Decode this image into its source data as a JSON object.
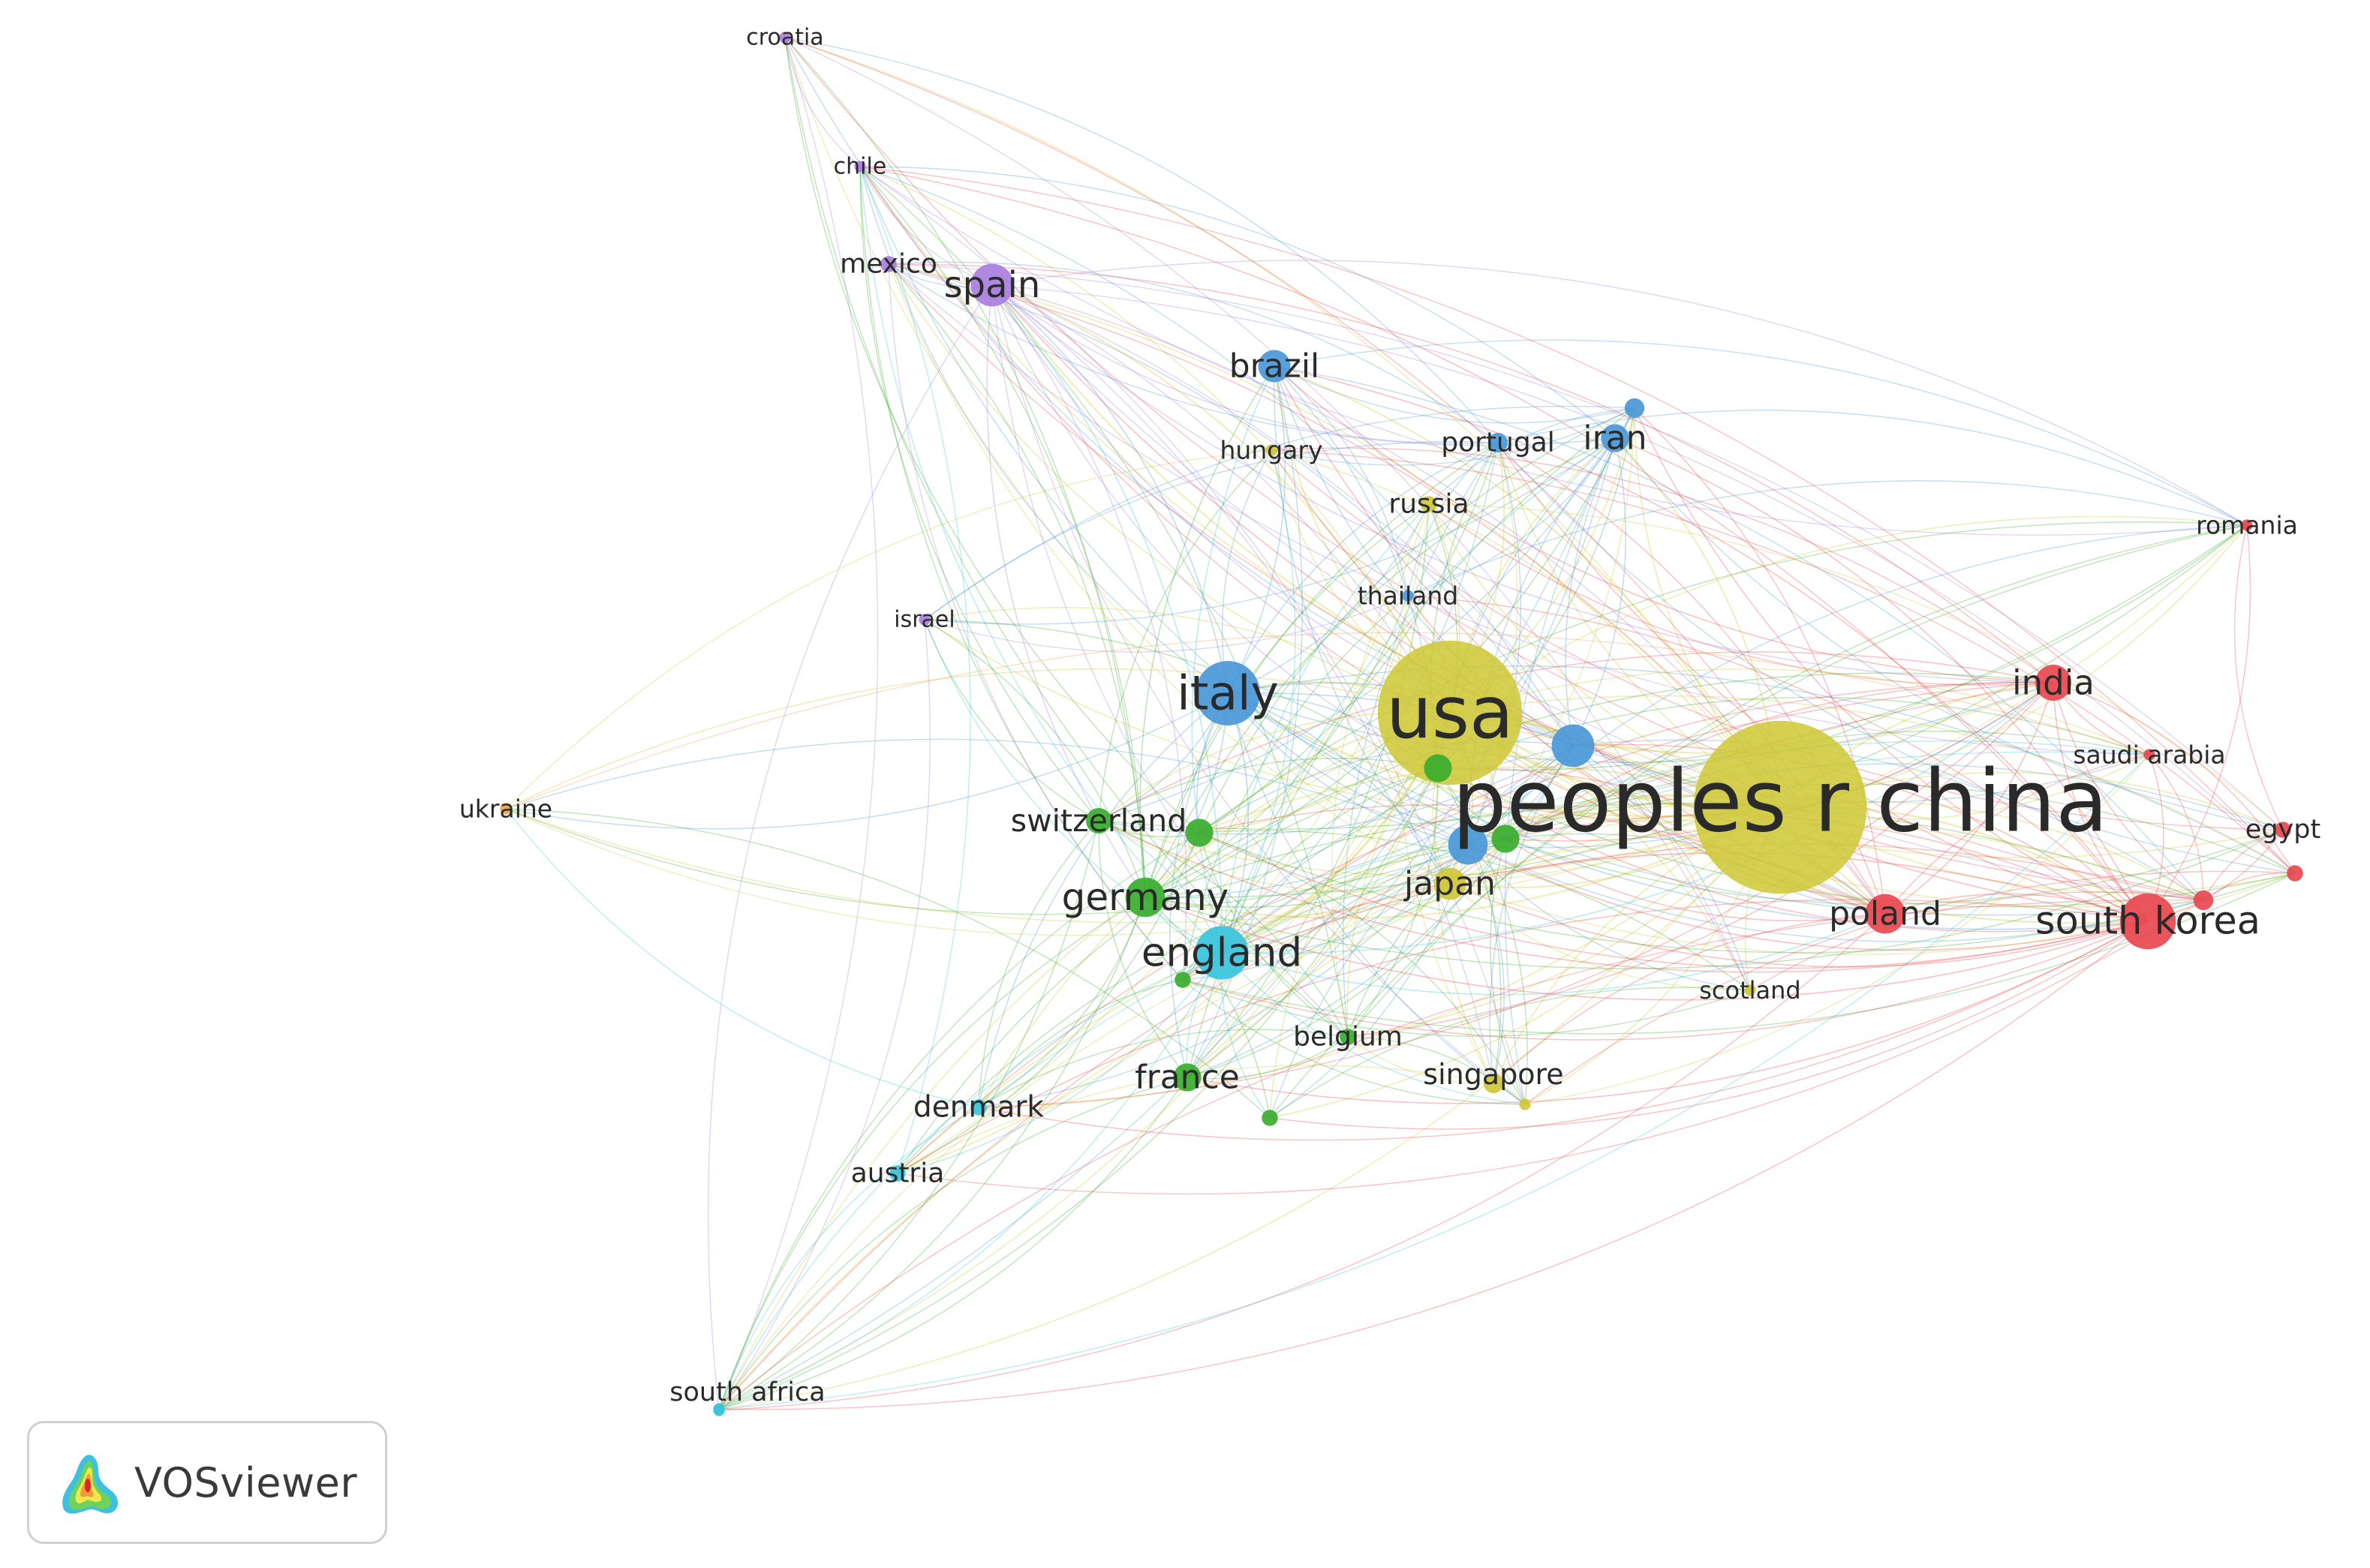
{
  "branding": {
    "app_name": "VOSviewer"
  },
  "colors": {
    "red": "#e8484f",
    "green": "#3aac2f",
    "blue": "#4a98d8",
    "yellow": "#cfc83a",
    "purple": "#a87fdc",
    "cyan": "#38c4dc",
    "orange": "#f0a050"
  },
  "network": {
    "nodes": [
      {
        "id": "croatia",
        "label": "croatia",
        "cluster": "purple",
        "weight": 1,
        "label_size": 1
      },
      {
        "id": "chile",
        "label": "chile",
        "cluster": "purple",
        "weight": 1,
        "label_size": 1
      },
      {
        "id": "mexico",
        "label": "mexico",
        "cluster": "purple",
        "weight": 2,
        "label_size": 1.2
      },
      {
        "id": "spain",
        "label": "spain",
        "cluster": "purple",
        "weight": 14,
        "label_size": 1.6
      },
      {
        "id": "israel",
        "label": "israel",
        "cluster": "purple",
        "weight": 1,
        "label_size": 1
      },
      {
        "id": "brazil",
        "label": "brazil",
        "cluster": "blue",
        "weight": 8,
        "label_size": 1.45
      },
      {
        "id": "portugal",
        "label": "portugal",
        "cluster": "blue",
        "weight": 3,
        "label_size": 1.2
      },
      {
        "id": "iran",
        "label": "iran",
        "cluster": "blue",
        "weight": 6,
        "label_size": 1.45
      },
      {
        "id": "iran-sat",
        "label": "",
        "cluster": "blue",
        "weight": 3,
        "label_size": 0
      },
      {
        "id": "italy",
        "label": "italy",
        "cluster": "blue",
        "weight": 32,
        "label_size": 2.1
      },
      {
        "id": "blue-near-china",
        "label": "",
        "cluster": "blue",
        "weight": 14,
        "label_size": 0
      },
      {
        "id": "blue-near-japan",
        "label": "",
        "cluster": "blue",
        "weight": 12,
        "label_size": 0
      },
      {
        "id": "thailand",
        "label": "thailand",
        "cluster": "blue",
        "weight": 1,
        "label_size": 1.1
      },
      {
        "id": "hungary",
        "label": "hungary",
        "cluster": "yellow",
        "weight": 1,
        "label_size": 1.1
      },
      {
        "id": "russia",
        "label": "russia",
        "cluster": "yellow",
        "weight": 2,
        "label_size": 1.2
      },
      {
        "id": "usa",
        "label": "usa",
        "cluster": "yellow",
        "weight": 160,
        "label_size": 3.2
      },
      {
        "id": "peoples-r-china",
        "label": "peoples r china",
        "cluster": "yellow",
        "weight": 230,
        "label_size": 3.8
      },
      {
        "id": "japan",
        "label": "japan",
        "cluster": "yellow",
        "weight": 8,
        "label_size": 1.45
      },
      {
        "id": "singapore",
        "label": "singapore",
        "cluster": "yellow",
        "weight": 3,
        "label_size": 1.25
      },
      {
        "id": "yellow-small",
        "label": "",
        "cluster": "yellow",
        "weight": 1,
        "label_size": 0
      },
      {
        "id": "scotland",
        "label": "scotland",
        "cluster": "yellow",
        "weight": 1,
        "label_size": 1.05
      },
      {
        "id": "green-usa",
        "label": "",
        "cluster": "green",
        "weight": 6,
        "label_size": 0
      },
      {
        "id": "green-japan",
        "label": "",
        "cluster": "green",
        "weight": 6,
        "label_size": 0
      },
      {
        "id": "switzerland",
        "label": "switzerland",
        "cluster": "green",
        "weight": 5,
        "label_size": 1.35
      },
      {
        "id": "green-swiss",
        "label": "",
        "cluster": "green",
        "weight": 6,
        "label_size": 0
      },
      {
        "id": "germany",
        "label": "germany",
        "cluster": "green",
        "weight": 12,
        "label_size": 1.65
      },
      {
        "id": "green-eng",
        "label": "",
        "cluster": "green",
        "weight": 2,
        "label_size": 0
      },
      {
        "id": "belgium",
        "label": "belgium",
        "cluster": "green",
        "weight": 2,
        "label_size": 1.2
      },
      {
        "id": "france",
        "label": "france",
        "cluster": "green",
        "weight": 6,
        "label_size": 1.45
      },
      {
        "id": "green-small",
        "label": "",
        "cluster": "green",
        "weight": 2,
        "label_size": 0
      },
      {
        "id": "england",
        "label": "england",
        "cluster": "cyan",
        "weight": 22,
        "label_size": 1.75
      },
      {
        "id": "denmark",
        "label": "denmark",
        "cluster": "cyan",
        "weight": 2,
        "label_size": 1.3
      },
      {
        "id": "austria",
        "label": "austria",
        "cluster": "cyan",
        "weight": 2,
        "label_size": 1.2
      },
      {
        "id": "south-africa",
        "label": "south africa",
        "cluster": "cyan",
        "weight": 1,
        "label_size": 1.15
      },
      {
        "id": "cyan-small",
        "label": "",
        "cluster": "cyan",
        "weight": 1,
        "label_size": 0
      },
      {
        "id": "ukraine",
        "label": "ukraine",
        "cluster": "orange",
        "weight": 1,
        "label_size": 1.1
      },
      {
        "id": "romania",
        "label": "romania",
        "cluster": "red",
        "weight": 1,
        "label_size": 1.1
      },
      {
        "id": "india",
        "label": "india",
        "cluster": "red",
        "weight": 10,
        "label_size": 1.5
      },
      {
        "id": "saudi-arabia",
        "label": "saudi arabia",
        "cluster": "red",
        "weight": 1,
        "label_size": 1.1
      },
      {
        "id": "egypt",
        "label": "egypt",
        "cluster": "red",
        "weight": 2,
        "label_size": 1.15
      },
      {
        "id": "red-egypt-sat",
        "label": "",
        "cluster": "red",
        "weight": 2,
        "label_size": 0
      },
      {
        "id": "red-sk-sat",
        "label": "",
        "cluster": "red",
        "weight": 3,
        "label_size": 0
      },
      {
        "id": "poland",
        "label": "poland",
        "cluster": "red",
        "weight": 12,
        "label_size": 1.45
      },
      {
        "id": "south-korea",
        "label": "south korea",
        "cluster": "red",
        "weight": 24,
        "label_size": 1.7
      }
    ]
  }
}
